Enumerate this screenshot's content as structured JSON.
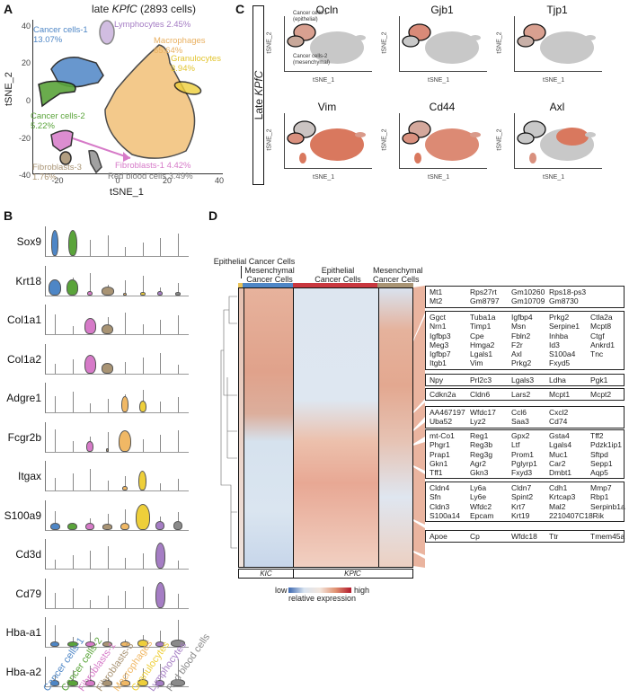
{
  "panels": {
    "A": {
      "letter": "A",
      "title_prefix": "late ",
      "title_italic": "KPfC",
      "title_suffix": " (2893 cells)",
      "xlabel": "tSNE_1",
      "ylabel": "tSNE_2",
      "xticks": [
        "-20",
        "0",
        "20",
        "40"
      ],
      "yticks": [
        "40",
        "20",
        "0",
        "-20",
        "-40"
      ],
      "clusters": [
        {
          "name": "Cancer cells-1",
          "pct": "13.07%",
          "color": "#4e86c6"
        },
        {
          "name": "Lymphocytes",
          "pct": "2.45%",
          "color": "#a57dc4"
        },
        {
          "name": "Macrophages",
          "pct": "65.64%",
          "color": "#f0b865"
        },
        {
          "name": "Granulocytes",
          "pct": "3.94%",
          "color": "#eecf3a"
        },
        {
          "name": "Cancer cells-2",
          "pct": "5.22%",
          "color": "#5aa43a"
        },
        {
          "name": "Fibroblasts-3",
          "pct": "1.76%",
          "color": "#a99474"
        },
        {
          "name": "Fibroblasts-1",
          "pct": "4.42%",
          "color": "#d67ac8"
        },
        {
          "name": "Red blood cells",
          "pct": "3.49%",
          "color": "#8a8a8a"
        }
      ]
    },
    "B": {
      "letter": "B",
      "genes": [
        "Sox9",
        "Krt18",
        "Col1a1",
        "Col1a2",
        "Adgre1",
        "Fcgr2b",
        "Itgax",
        "S100a9",
        "Cd3d",
        "Cd79",
        "Hba-a1",
        "Hba-a2"
      ],
      "cell_types": [
        {
          "name": "Cancer cells-1",
          "color": "#4e86c6"
        },
        {
          "name": "Cancer cells-2",
          "color": "#5aa43a"
        },
        {
          "name": "Fibroblasts-1",
          "color": "#d67ac8"
        },
        {
          "name": "Fibroblasts-3",
          "color": "#a99474"
        },
        {
          "name": "Macrophages",
          "color": "#f0b865"
        },
        {
          "name": "Granulocytes",
          "color": "#eecf3a"
        },
        {
          "name": "Lymphocytes",
          "color": "#a57dc4"
        },
        {
          "name": "Red blood cells",
          "color": "#8a8a8a"
        }
      ]
    },
    "C": {
      "letter": "C",
      "row_label_prefix": "Late ",
      "row_label_italic": "KPfC",
      "xlabel": "tSNE_1",
      "ylabel": "tSNE_2",
      "xticks": [
        "-20",
        "0",
        "20",
        "40"
      ],
      "yticks": [
        "40",
        "20",
        "0",
        "-20",
        "-40"
      ],
      "annotation_top": "Cancer cells-1\n(epithelial)",
      "annotation_bottom": "Cancer cells-2\n(mesenchymal)",
      "plots": [
        {
          "gene": "Ocln"
        },
        {
          "gene": "Gjb1"
        },
        {
          "gene": "Tjp1"
        },
        {
          "gene": "Vim"
        },
        {
          "gene": "Cd44"
        },
        {
          "gene": "Axl"
        }
      ]
    },
    "D": {
      "letter": "D",
      "header_epithelial_top": "Epithelial Cancer Cells",
      "groups": [
        {
          "label": "Mesenchymal\nCancer Cells",
          "color": "#4e86c6"
        },
        {
          "label": "Epithelial\nCancer Cells",
          "color": "#c9373f"
        },
        {
          "label": "Mesenchymal\nCancer Cells",
          "color": "#a99474"
        }
      ],
      "genotype_labels": [
        "KIC",
        "KPfC"
      ],
      "legend": {
        "low": "low",
        "high": "high",
        "title": "relative expression"
      },
      "gene_boxes": [
        [
          "Mt1",
          "Rps27rt",
          "Gm10260",
          "Rps18-ps3",
          "",
          "Mt2",
          "Gm8797",
          "Gm10709",
          "Gm8730",
          ""
        ],
        [
          "Ggct",
          "Tuba1a",
          "Igfbp4",
          "Prkg2",
          "Ctla2a",
          "Nrn1",
          "Timp1",
          "Msn",
          "Serpine1",
          "Mcpt8",
          "Igfbp3",
          "Cpe",
          "Fbln2",
          "Inhba",
          "Ctgf",
          "Meg3",
          "Hmga2",
          "F2r",
          "Id3",
          "Ankrd1",
          "Igfbp7",
          "Lgals1",
          "Axl",
          "S100a4",
          "Tnc",
          "Itgb1",
          "Vim",
          "Prkg2",
          "Fxyd5",
          ""
        ],
        [
          "Npy",
          "Prl2c3",
          "Lgals3",
          "Ldha",
          "Pgk1"
        ],
        [
          "Cdkn2a",
          "Cldn6",
          "Lars2",
          "Mcpt1",
          "Mcpt2"
        ],
        [
          "AA467197",
          "Wfdc17",
          "Ccl6",
          "Cxcl2",
          "",
          "Uba52",
          "Lyz2",
          "Saa3",
          "Cd74",
          ""
        ],
        [
          "mt-Co1",
          "Reg1",
          "Gpx2",
          "Gsta4",
          "Tff2",
          "Phgr1",
          "Reg3b",
          "Ltf",
          "Lgals4",
          "Pdzk1ip1",
          "Prap1",
          "Reg3g",
          "Prom1",
          "Muc1",
          "Sftpd",
          "Gkn1",
          "Agr2",
          "Pglyrp1",
          "Car2",
          "Sepp1",
          "Tff1",
          "Gkn3",
          "Fxyd3",
          "Dmbt1",
          "Aqp5"
        ],
        [
          "Cldn4",
          "Ly6a",
          "Cldn7",
          "Cdh1",
          "Mmp7",
          "Sfn",
          "Ly6e",
          "Spint2",
          "Krtcap3",
          "Rbp1",
          "Cldn3",
          "Wfdc2",
          "Krt7",
          "Mal2",
          "Serpinb1a",
          "S100a14",
          "Epcam",
          "Krt19",
          "2210407C18Rik",
          ""
        ],
        [
          "Apoe",
          "Cp",
          "Wfdc18",
          "Ttr",
          "Tmem45a"
        ]
      ]
    }
  }
}
